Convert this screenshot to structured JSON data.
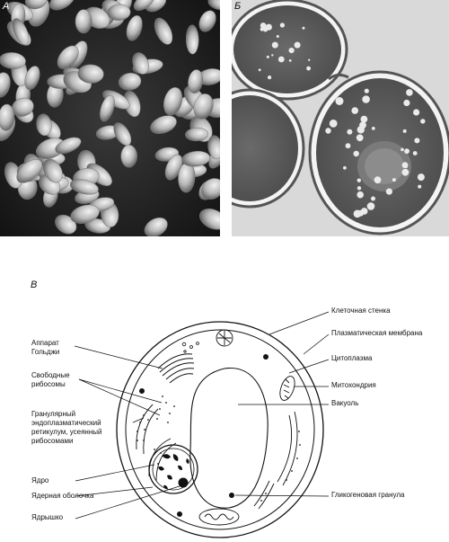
{
  "panels": {
    "a": {
      "letter": "А"
    },
    "b": {
      "letter": "Б"
    },
    "c": {
      "letter": "В"
    }
  },
  "labels": {
    "cell_wall": "Клеточная стенка",
    "plasma_membrane": "Плазматическая мембрана",
    "cytoplasm": "Цитоплазма",
    "mitochondrion": "Митохондрия",
    "vacuole": "Вакуоль",
    "glycogen_granule": "Гликогеновая гранула",
    "golgi": "Аппарат\nГольджи",
    "free_ribosomes": "Свободные\nрибосомы",
    "rough_er": "Гранулярный\nэндоплазматический\nретикулум, усеянный\nрибосомами",
    "nucleus": "Ядро",
    "nuclear_envelope": "Ядерная оболочка",
    "nucleolus": "Ядрышко"
  }
}
